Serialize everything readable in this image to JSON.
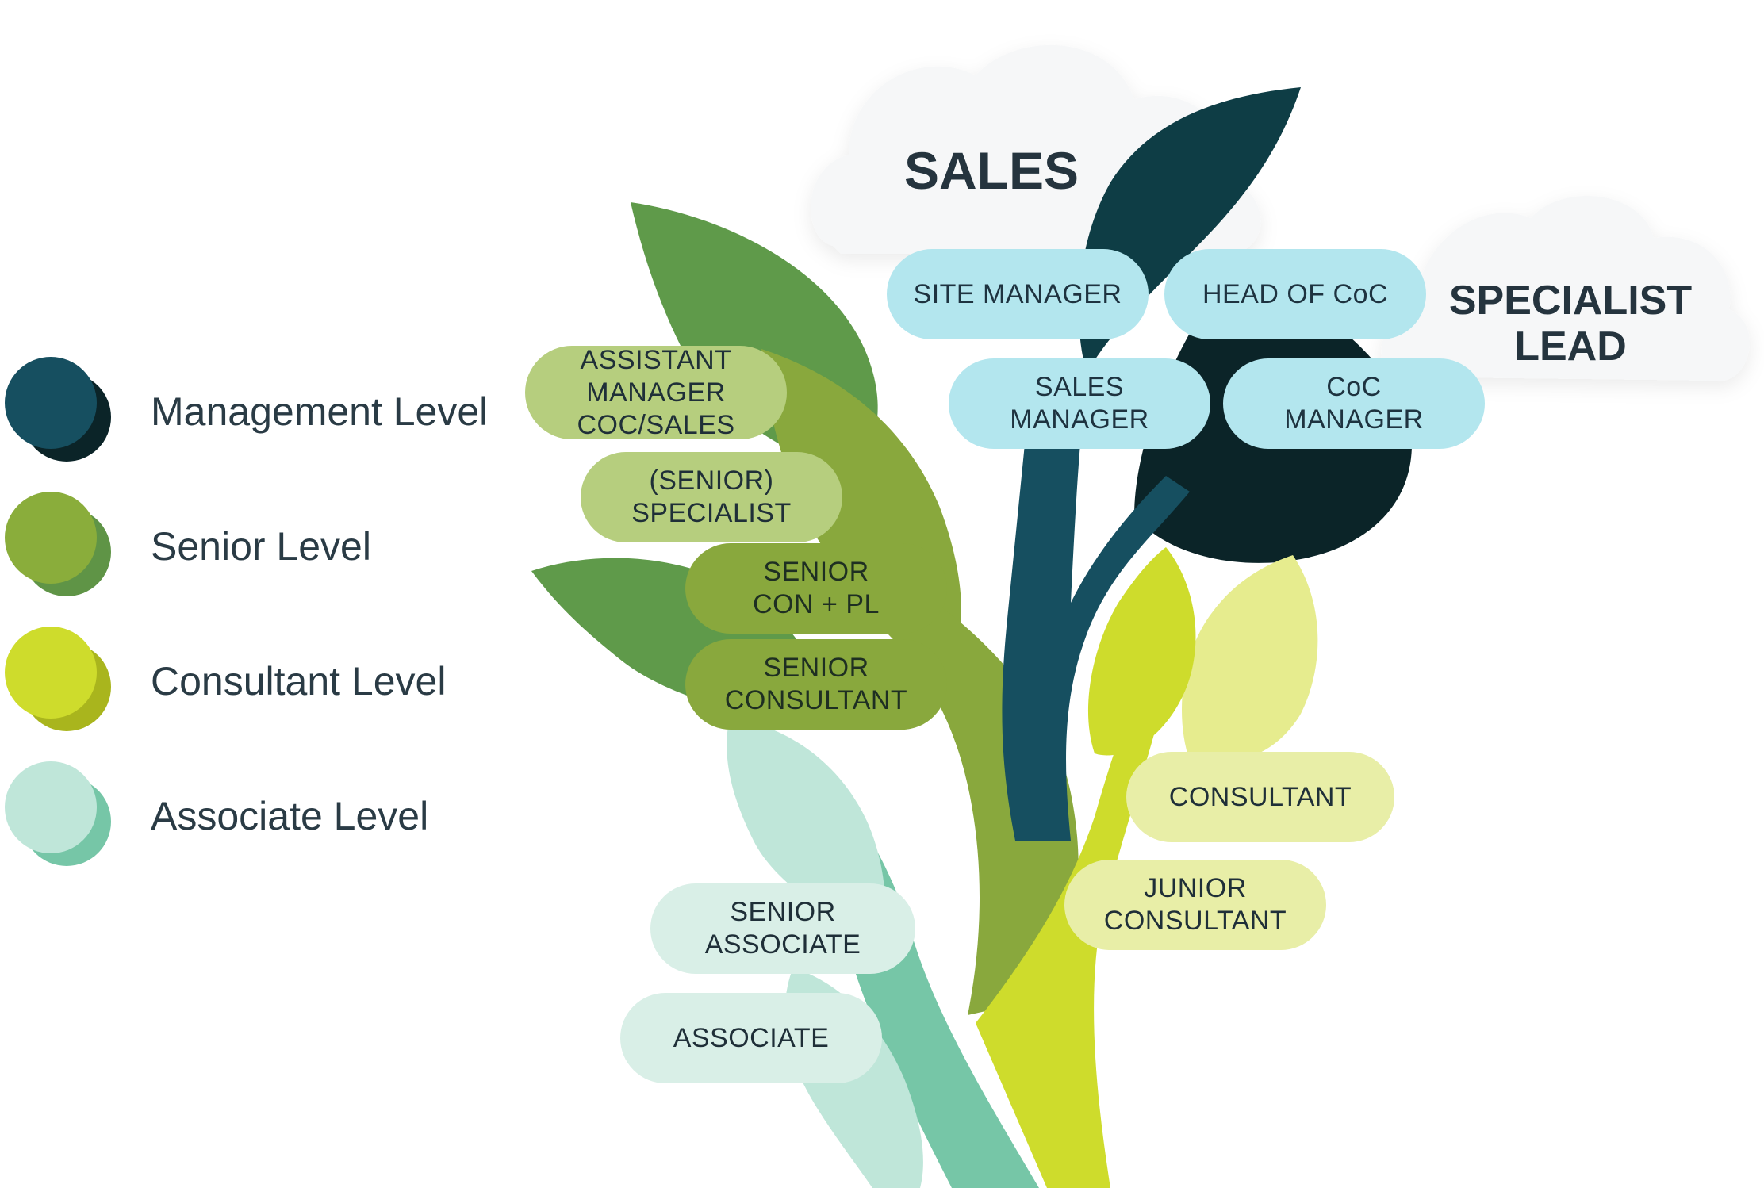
{
  "legend": [
    {
      "label": "Management Level",
      "color": "#164f60",
      "shade": "#0b2428"
    },
    {
      "label": "Senior Level",
      "color": "#8aad3b",
      "shade": "#5f9446"
    },
    {
      "label": "Consultant Level",
      "color": "#cedc2c",
      "shade": "#a9b51d"
    },
    {
      "label": "Associate Level",
      "color": "#bfe6d9",
      "shade": "#76c6a7"
    }
  ],
  "clouds": {
    "sales": "SALES",
    "specialist_lead": "SPECIALIST\nLEAD"
  },
  "roles": {
    "site_manager": "SITE MANAGER",
    "head_of_coc": "HEAD OF CoC",
    "sales_manager": "SALES\nMANAGER",
    "coc_manager": "CoC\nMANAGER",
    "assistant_manager": "ASSISTANT\nMANAGER\nCOC/SALES",
    "senior_specialist": "(SENIOR)\nSPECIALIST",
    "senior_con_pl": "SENIOR\nCON + PL",
    "senior_consultant": "SENIOR\nCONSULTANT",
    "consultant": "CONSULTANT",
    "junior_consultant": "JUNIOR\nCONSULTANT",
    "senior_associate": "SENIOR\nASSOCIATE",
    "associate": "ASSOCIATE"
  },
  "colors": {
    "management_pill": "#b3e6ee",
    "senior_pill_light": "#b6ce7e",
    "senior_pill_dark": "#89a83d",
    "consultant_pill": "#e8eea7",
    "associate_pill": "#d9efe7"
  }
}
